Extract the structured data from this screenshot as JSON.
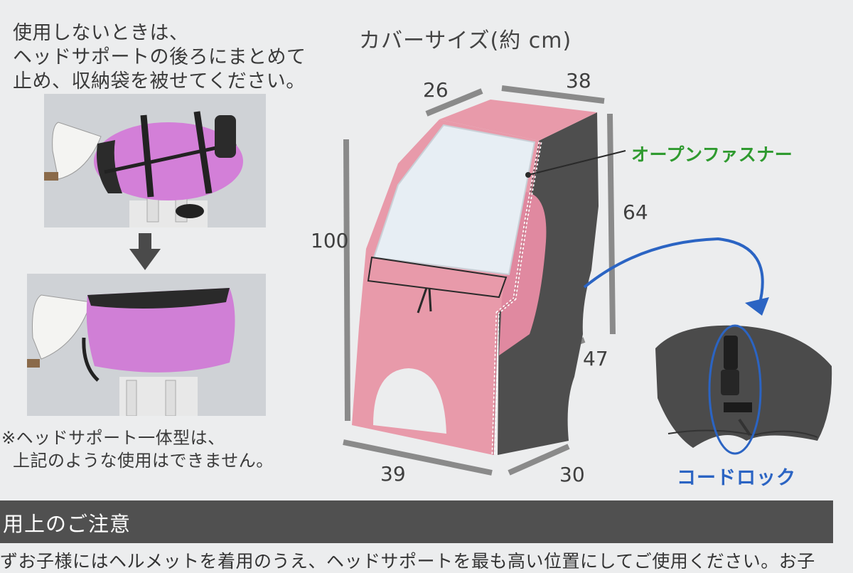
{
  "intro": {
    "line1": "使用しないときは、",
    "line2": "ヘッドサポートの後ろにまとめて",
    "line3": "止め、収納袋を被せてください。"
  },
  "note": {
    "line1": "※ヘッドサポート一体型は、",
    "line2": "上記のような使用はできません。"
  },
  "cover_size": {
    "title": "カバーサイズ(約 cm)",
    "top_left": "26",
    "top_right": "38",
    "height_left": "100",
    "height_right": "64",
    "side_lower": "47",
    "bottom_left": "39",
    "bottom_right": "30"
  },
  "labels": {
    "zipper": "オープンファスナー",
    "cord_lock": "コードロック"
  },
  "section": {
    "heading": "用上のご注意",
    "body": "ずお子様にはヘルメットを着用のうえ、ヘッドサポートを最も高い位置にしてご使用ください。お子"
  },
  "colors": {
    "pink": "#e79aa9",
    "dark_gray": "#4a4a4a",
    "zipper_green": "#2f9a2f",
    "cord_blue": "#2b64c3",
    "bar_gray": "#505050"
  }
}
